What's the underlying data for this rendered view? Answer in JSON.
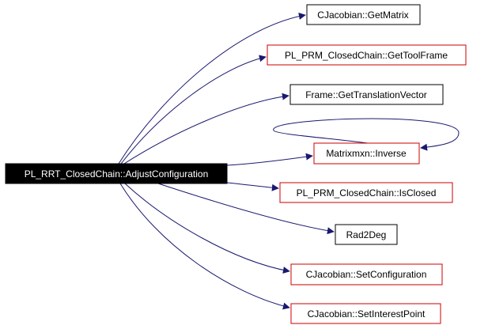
{
  "diagram": {
    "source": {
      "label": "PL_RRT_ClosedChain::AdjustConfiguration",
      "fill": "#000000",
      "text_color": "#ffffff"
    },
    "targets": [
      {
        "id": "get-matrix",
        "label": "CJacobian::GetMatrix",
        "border": "#000000"
      },
      {
        "id": "get-tool-frame",
        "label": "PL_PRM_ClosedChain::GetToolFrame",
        "border": "#cc0000"
      },
      {
        "id": "get-translation-vector",
        "label": "Frame::GetTranslationVector",
        "border": "#000000"
      },
      {
        "id": "inverse",
        "label": "Matrixmxn::Inverse",
        "border": "#cc0000"
      },
      {
        "id": "is-closed",
        "label": "PL_PRM_ClosedChain::IsClosed",
        "border": "#cc0000"
      },
      {
        "id": "rad2deg",
        "label": "Rad2Deg",
        "border": "#000000"
      },
      {
        "id": "set-configuration",
        "label": "CJacobian::SetConfiguration",
        "border": "#cc0000"
      },
      {
        "id": "set-interest-point",
        "label": "CJacobian::SetInterestPoint",
        "border": "#cc0000"
      }
    ],
    "edge_color": "#191970"
  }
}
